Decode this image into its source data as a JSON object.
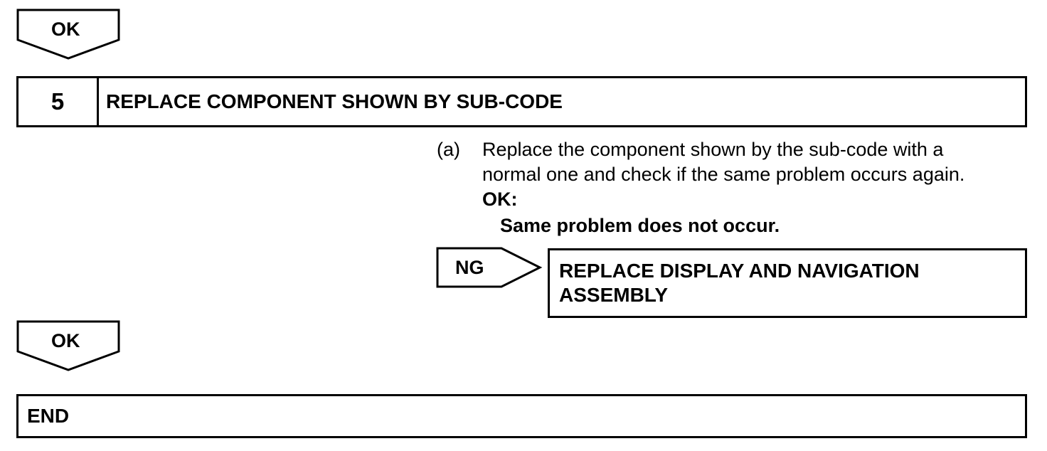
{
  "flow": {
    "top_ok_label": "OK",
    "step": {
      "number": "5",
      "title": "REPLACE COMPONENT SHOWN BY SUB-CODE"
    },
    "instruction": {
      "marker": "(a)",
      "line1": "Replace the component shown by the sub-code with a",
      "line2": "normal one and check if the same problem occurs again.",
      "ok_heading": "OK:",
      "ok_detail": "Same problem does not occur."
    },
    "ng_label": "NG",
    "ng_result_line1": "REPLACE DISPLAY AND NAVIGATION",
    "ng_result_line2": "ASSEMBLY",
    "bottom_ok_label": "OK",
    "end_label": "END"
  }
}
